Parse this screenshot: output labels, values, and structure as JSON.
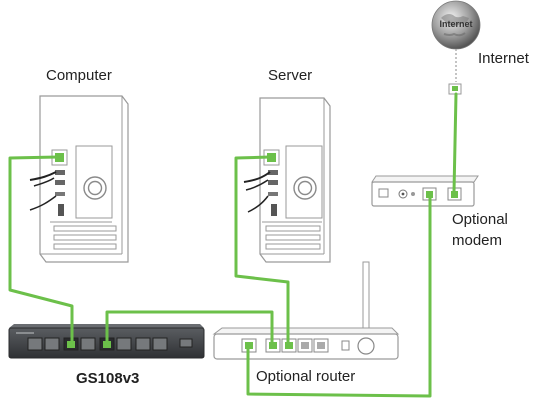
{
  "labels": {
    "computer": "Computer",
    "server": "Server",
    "internet": "Internet",
    "internet_globe_text": "Internet",
    "optional_modem": [
      "Optional",
      "modem"
    ],
    "optional_router": "Optional router",
    "switch_model": "GS108v3"
  },
  "colors": {
    "cable": "#6cc04a",
    "cable_dark": "#4a9a30",
    "device_outline": "#9a9a9a",
    "switch_body": "#3e4043",
    "port_grey": "#6d7073"
  },
  "icons": {
    "globe": "internet-globe-icon",
    "computer": "tower-computer-icon",
    "server": "tower-server-icon",
    "modem": "modem-icon",
    "router": "wireless-router-icon",
    "switch": "network-switch-icon"
  }
}
